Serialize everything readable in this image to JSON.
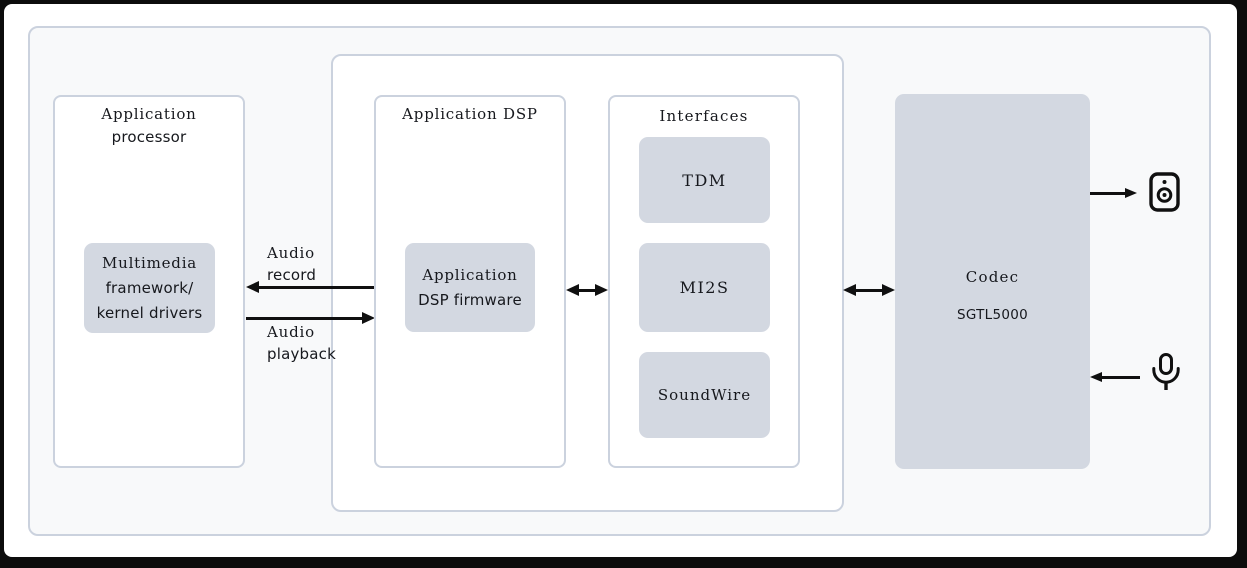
{
  "app_processor": {
    "title_line1": "Application",
    "title_line2": "processor",
    "multimedia_line1": "Multimedia",
    "multimedia_line2": "framework/",
    "multimedia_line3": "kernel drivers"
  },
  "flows": {
    "record_line1": "Audio",
    "record_line2": "record",
    "playback_line1": "Audio",
    "playback_line2": "playback"
  },
  "app_dsp": {
    "title": "Application DSP",
    "firmware_line1": "Application",
    "firmware_line2": "DSP firmware"
  },
  "interfaces": {
    "title": "Interfaces",
    "items": [
      "TDM",
      "MI2S",
      "SoundWire"
    ]
  },
  "codec": {
    "title": "Codec",
    "subtitle": "SGTL5000"
  },
  "icons": {
    "speaker": "speaker-icon",
    "microphone": "microphone-icon"
  },
  "colors": {
    "frame": "#0c0c0c",
    "page": "#ffffff",
    "container_fill": "#f8f9fa",
    "border": "#cbd2de",
    "block_fill": "#d3d8e1",
    "arrow": "#101010",
    "text": "#16181d"
  }
}
